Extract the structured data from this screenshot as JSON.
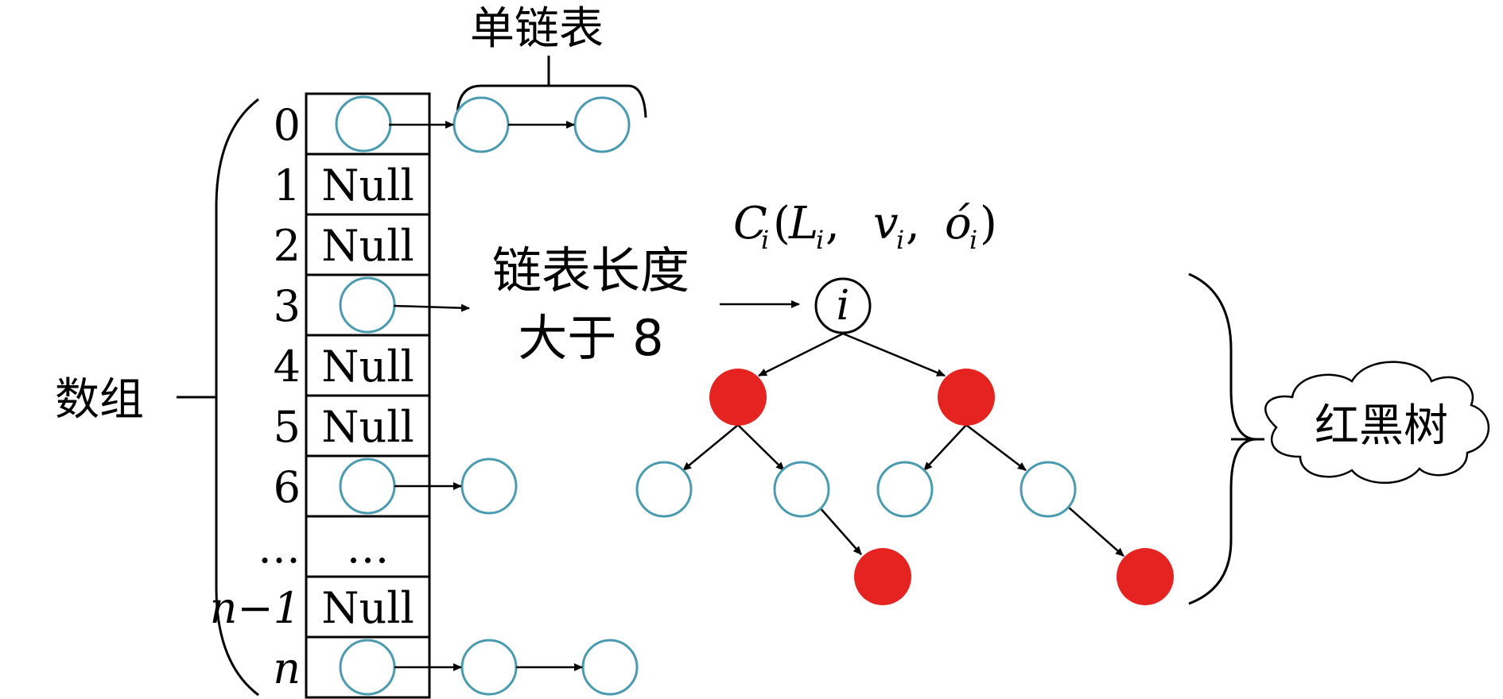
{
  "title": "单链表",
  "array_label": "数组",
  "rb_tree_label": "红黑树",
  "condition": {
    "line1": "链表长度",
    "line2": "大于 8"
  },
  "formula": {
    "C": "C",
    "i": "i",
    "open": "(",
    "L": "L",
    "comma": ",",
    "v": "v",
    "o": "ó",
    "close": ")"
  },
  "root_label": "i",
  "array_rows": [
    {
      "index": "0",
      "cell": ""
    },
    {
      "index": "1",
      "cell": "Null"
    },
    {
      "index": "2",
      "cell": "Null"
    },
    {
      "index": "3",
      "cell": ""
    },
    {
      "index": "4",
      "cell": "Null"
    },
    {
      "index": "5",
      "cell": "Null"
    },
    {
      "index": "6",
      "cell": ""
    },
    {
      "index": "…",
      "cell": "…"
    },
    {
      "index": "n−1",
      "cell": "Null"
    },
    {
      "index": "n",
      "cell": ""
    }
  ],
  "colors": {
    "node_stroke": "#4a9bb0",
    "red_node": "#e52320",
    "line": "#000000"
  }
}
